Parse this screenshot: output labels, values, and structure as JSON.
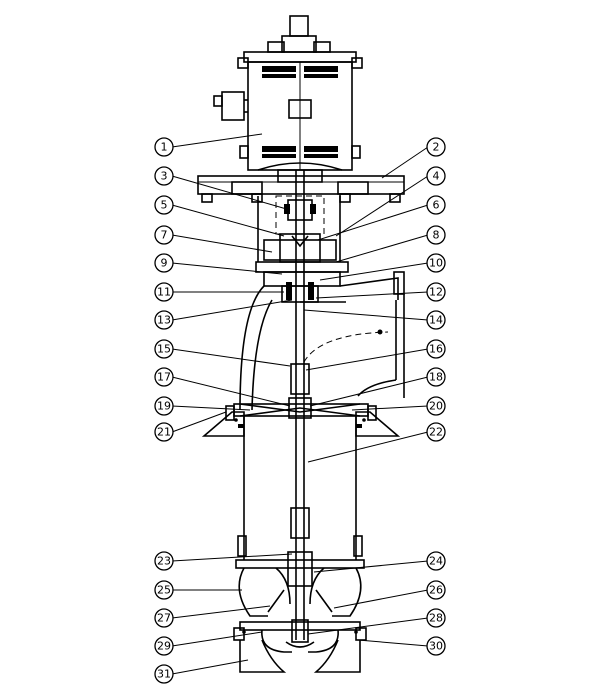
{
  "callouts": {
    "left": [
      "1",
      "3",
      "5",
      "7",
      "9",
      "11",
      "13",
      "15",
      "17",
      "19",
      "21",
      "23",
      "25",
      "27",
      "29",
      "31"
    ],
    "right": [
      "2",
      "4",
      "6",
      "8",
      "10",
      "12",
      "14",
      "16",
      "18",
      "20",
      "22",
      "24",
      "26",
      "28",
      "30"
    ]
  }
}
